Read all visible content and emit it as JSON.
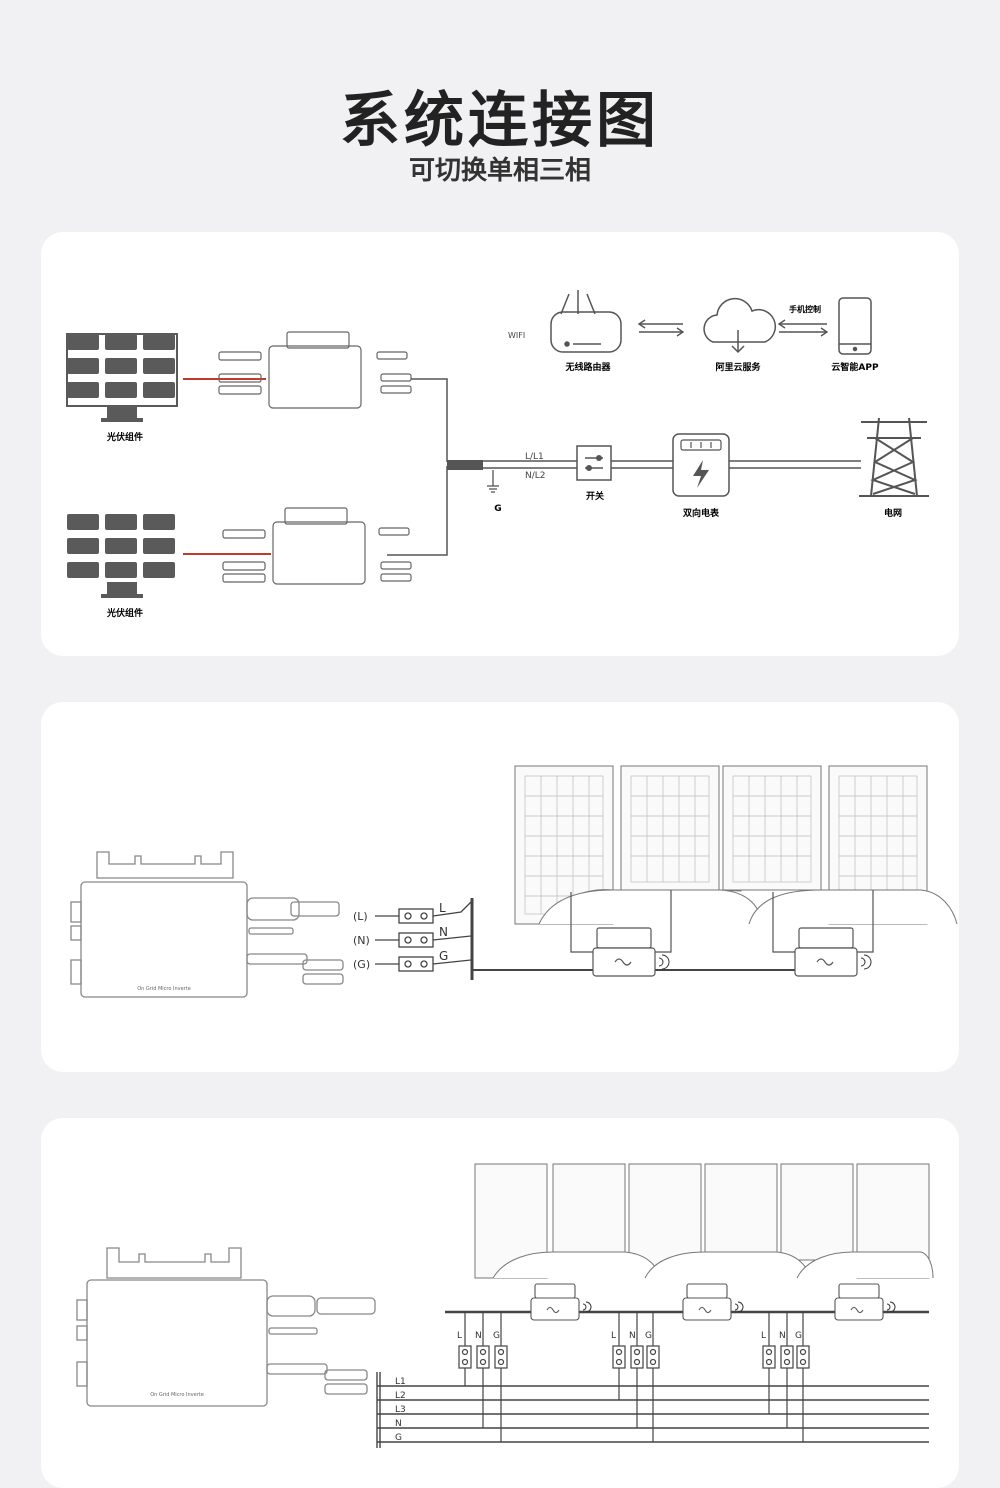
{
  "header": {
    "title": "系统连接图",
    "subtitle": "可切换单相三相"
  },
  "colors": {
    "line": "#555555",
    "panel": "#5a5a5a",
    "dc_red": "#c0392b"
  },
  "diagram1": {
    "pv_label_top": "光伏组件",
    "pv_label_bottom": "光伏组件",
    "wifi_label": "WIFI",
    "router_label": "无线路由器",
    "cloud_label": "阿里云服务",
    "phone_control": "手机控制",
    "app_label": "云智能APP",
    "line_l": "L/L1",
    "line_n": "N/L2",
    "ground": "G",
    "switch_label": "开关",
    "meter_label": "双向电表",
    "grid_label": "电网"
  },
  "diagram2": {
    "bracket_l": "(L)",
    "bracket_n": "(N)",
    "bracket_g": "(G)",
    "term_l": "L",
    "term_n": "N",
    "term_g": "G",
    "inverter_text": "On Grid Micro Inverte"
  },
  "diagram3": {
    "inverter_text": "On Grid Micro Inverte",
    "group_labels": [
      "L",
      "N",
      "G"
    ],
    "bus_labels": [
      "L1",
      "L2",
      "L3",
      "N",
      "G"
    ]
  }
}
